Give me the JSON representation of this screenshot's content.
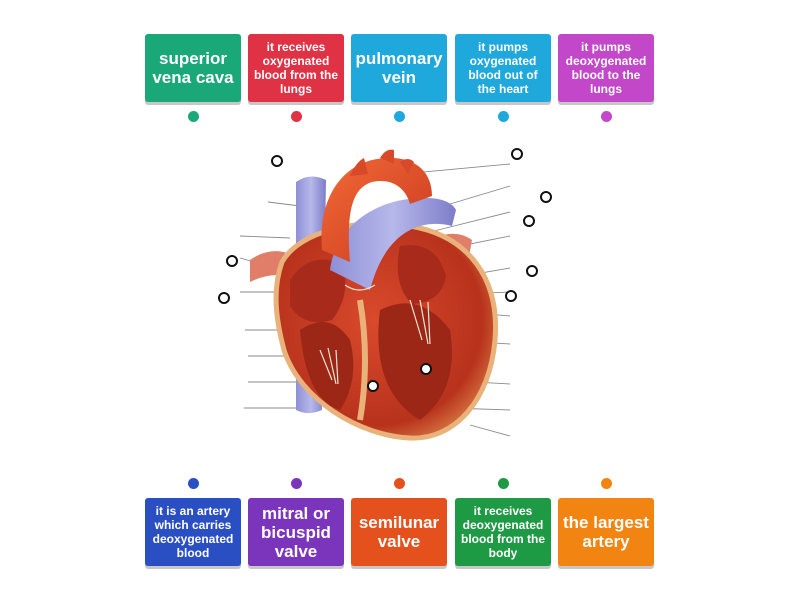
{
  "top_tiles": [
    {
      "text": "superior vena cava",
      "color": "#1aa878",
      "size": "big"
    },
    {
      "text": "it receives oxygenated blood from the lungs",
      "color": "#e03245",
      "size": "small"
    },
    {
      "text": "pulmonary vein",
      "color": "#1fa8dc",
      "size": "big"
    },
    {
      "text": "it pumps oxygenated blood out of the heart",
      "color": "#1fa8dc",
      "size": "small"
    },
    {
      "text": "it pumps deoxygenated blood to the lungs",
      "color": "#c247c9",
      "size": "small"
    }
  ],
  "bottom_tiles": [
    {
      "text": "it is an artery which carries deoxygenated blood",
      "color": "#2a4fc2",
      "size": "small"
    },
    {
      "text": "mitral or bicuspid valve",
      "color": "#7b35bd",
      "size": "big"
    },
    {
      "text": "semilunar valve",
      "color": "#e5511c",
      "size": "big"
    },
    {
      "text": "it receives deoxygenated blood from the body",
      "color": "#1f9a44",
      "size": "small"
    },
    {
      "text": "the largest artery",
      "color": "#f28411",
      "size": "big"
    }
  ],
  "colors": {
    "outline": "#111111",
    "leader": "#8a8a8a"
  }
}
